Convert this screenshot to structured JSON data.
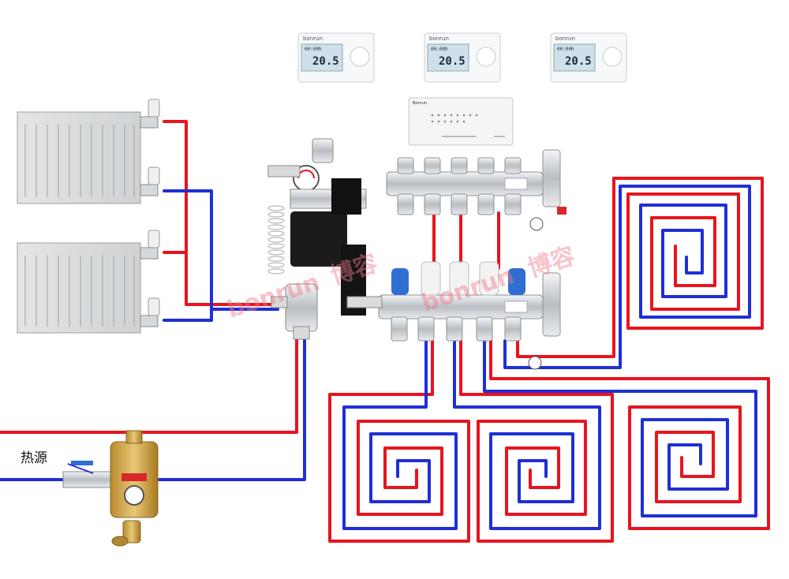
{
  "heat_source_label": "热源",
  "watermark": {
    "latin": "bonrun",
    "chinese": "博容"
  },
  "thermostats": [
    {
      "brand": "bonrun",
      "time": "00:00h",
      "temp": "20.5",
      "unit": "°"
    },
    {
      "brand": "bonrun",
      "time": "00:00h",
      "temp": "20.5",
      "unit": "°"
    },
    {
      "brand": "bonrun",
      "time": "00:00h",
      "temp": "20.5",
      "unit": "°"
    }
  ],
  "controller": {
    "brand": "Bonrun"
  },
  "colors": {
    "supply": "#e8141e",
    "return": "#1f2fd6",
    "brass": "#c9a04a",
    "steel": "#c8ccd0"
  },
  "icons": [
    "radiator-icon",
    "thermostat-icon",
    "controller-icon",
    "manifold-icon",
    "pump-icon",
    "gauge-icon",
    "valve-icon",
    "separator-icon"
  ]
}
